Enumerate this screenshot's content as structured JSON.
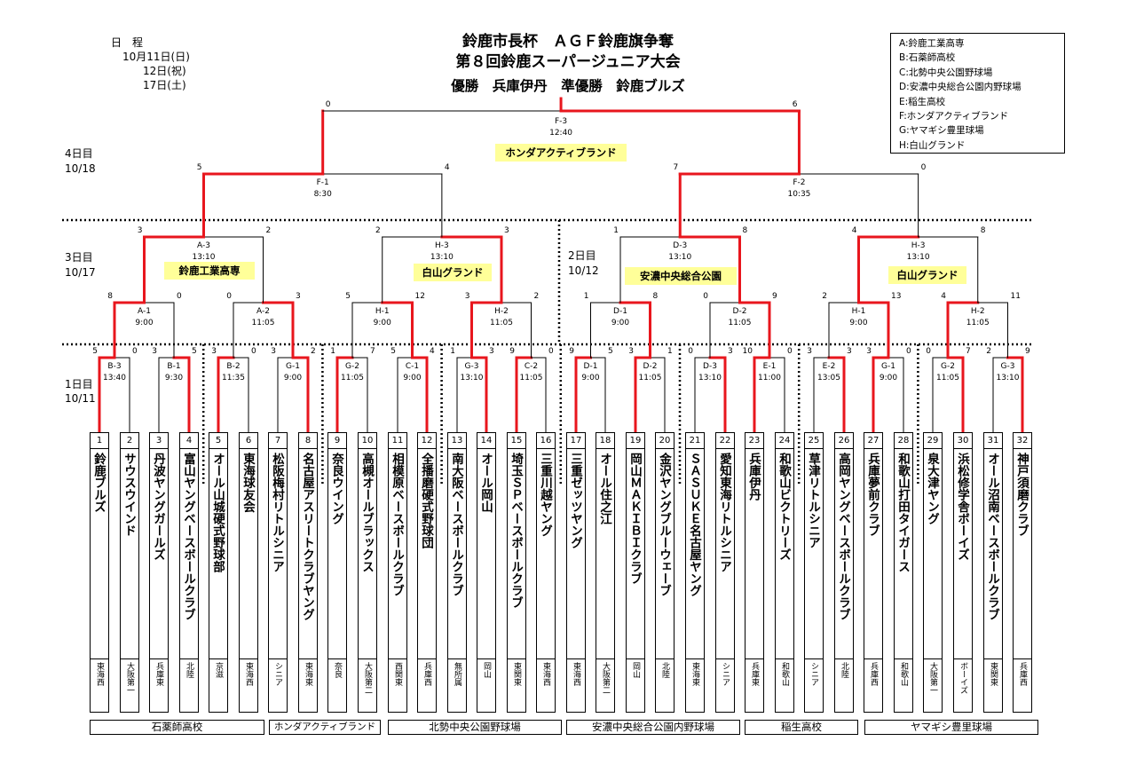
{
  "title": {
    "line1": "鈴鹿市長杯　ＡＧＦ鈴鹿旗争奪",
    "line2": "第８回鈴鹿スーパージュニア大会",
    "line3": "優勝　兵庫伊丹　準優勝　鈴鹿ブルズ"
  },
  "schedule": {
    "label": "日　程",
    "d1": "10月11日(日)",
    "d2": "12日(祝)",
    "d3": "17日(土)"
  },
  "legend": [
    "A:鈴鹿工業高専",
    "B:石薬師高校",
    "C:北勢中央公園野球場",
    "D:安濃中央総合公園内野球場",
    "E:稲生高校",
    "F:ホンダアクティブランド",
    "G:ヤマギシ豊里球場",
    "H:白山グランド"
  ],
  "days": {
    "d4": "4日目",
    "d4date": "10/18",
    "d3": "3日目",
    "d3date": "10/17",
    "d2": "2日目",
    "d2date": "10/12",
    "d1": "1日目",
    "d1date": "10/11"
  },
  "teams": [
    {
      "no": "1",
      "name": "鈴鹿ブルズ",
      "area": "東海西"
    },
    {
      "no": "2",
      "name": "サウスウインド",
      "area": "大阪第一"
    },
    {
      "no": "3",
      "name": "丹波ヤングガールズ",
      "area": "兵庫東"
    },
    {
      "no": "4",
      "name": "富山ヤングベースボールクラブ",
      "area": "北陸"
    },
    {
      "no": "5",
      "name": "オール山城硬式野球部",
      "area": "京滋"
    },
    {
      "no": "6",
      "name": "東海球友会",
      "area": "東海西"
    },
    {
      "no": "7",
      "name": "松阪梅村リトルシニア",
      "area": "シニア"
    },
    {
      "no": "8",
      "name": "名古屋アスリートクラブヤング",
      "area": "東海東"
    },
    {
      "no": "9",
      "name": "奈良ウイング",
      "area": "奈良"
    },
    {
      "no": "10",
      "name": "高槻オールブラックス",
      "area": "大阪第二"
    },
    {
      "no": "11",
      "name": "相模原ベースボールクラブ",
      "area": "西関東"
    },
    {
      "no": "12",
      "name": "全播磨硬式野球団",
      "area": "兵庫西"
    },
    {
      "no": "13",
      "name": "南大阪ベースボールクラブ",
      "area": "無所属"
    },
    {
      "no": "14",
      "name": "オール岡山",
      "area": "岡山"
    },
    {
      "no": "15",
      "name": "埼玉ＳＰベースボールクラブ",
      "area": "東関東"
    },
    {
      "no": "16",
      "name": "三重川越ヤング",
      "area": "東海西"
    },
    {
      "no": "17",
      "name": "三重ゼッツヤング",
      "area": "東海西"
    },
    {
      "no": "18",
      "name": "オール住之江",
      "area": "大阪第二"
    },
    {
      "no": "19",
      "name": "岡山ＭＡＫＩＢＩクラブ",
      "area": "岡山"
    },
    {
      "no": "20",
      "name": "金沢ヤングブルーウェーブ",
      "area": "北陸"
    },
    {
      "no": "21",
      "name": "ＳＡＳＵＫＥ名古屋ヤング",
      "area": "東海東"
    },
    {
      "no": "22",
      "name": "愛知東海リトルシニア",
      "area": "シニア"
    },
    {
      "no": "23",
      "name": "兵庫伊丹",
      "area": "兵庫東"
    },
    {
      "no": "24",
      "name": "和歌山ビクトリーズ",
      "area": "和歌山"
    },
    {
      "no": "25",
      "name": "草津リトルシニア",
      "area": "シニア"
    },
    {
      "no": "26",
      "name": "高岡ヤングベースボールクラブ",
      "area": "北陸"
    },
    {
      "no": "27",
      "name": "兵庫夢前クラブ",
      "area": "兵庫西"
    },
    {
      "no": "28",
      "name": "和歌山打田タイガース",
      "area": "和歌山"
    },
    {
      "no": "29",
      "name": "泉大津ヤング",
      "area": "大阪第一"
    },
    {
      "no": "30",
      "name": "浜松修学舎ボーイズ",
      "area": "ボーイズ"
    },
    {
      "no": "31",
      "name": "オール沼南ベースボールクラブ",
      "area": "東関東"
    },
    {
      "no": "32",
      "name": "神戸須磨クラブ",
      "area": "兵庫西"
    }
  ],
  "venues": [
    "石薬師高校",
    "ホンダアクティブランド",
    "北勢中央公園野球場",
    "安濃中央総合公園内野球場",
    "稲生高校",
    "ヤマギシ豊里球場"
  ],
  "highlights": {
    "final": "ホンダアクティブランド",
    "a3": "鈴鹿工業高専",
    "h3a": "白山グランド",
    "d3": "安濃中央総合公園",
    "h3b": "白山グランド"
  },
  "r1": [
    {
      "id": "B-3",
      "time": "13:40",
      "s1": "5",
      "s2": "0"
    },
    {
      "id": "B-1",
      "time": "9:30",
      "s1": "3",
      "s2": "5"
    },
    {
      "id": "B-2",
      "time": "11:35",
      "s1": "3",
      "s2": "0"
    },
    {
      "id": "G-1",
      "time": "9:00",
      "s1": "3",
      "s2": "2"
    },
    {
      "id": "G-2",
      "time": "11:05",
      "s1": "1",
      "s2": "7"
    },
    {
      "id": "C-1",
      "time": "9:00",
      "s1": "5",
      "s2": "4"
    },
    {
      "id": "G-3",
      "time": "13:10",
      "s1": "1",
      "s2": "3"
    },
    {
      "id": "C-2",
      "time": "11:05",
      "s1": "9",
      "s2": "0"
    },
    {
      "id": "D-1",
      "time": "9:00",
      "s1": "9",
      "s2": "5"
    },
    {
      "id": "D-2",
      "time": "11:05",
      "s1": "3",
      "s2": "1"
    },
    {
      "id": "D-3",
      "time": "13:10",
      "s1": "0",
      "s2": "3"
    },
    {
      "id": "E-1",
      "time": "11:00",
      "s1": "10",
      "s2": "0"
    },
    {
      "id": "E-2",
      "time": "13:05",
      "s1": "3",
      "s2": "3"
    },
    {
      "id": "G-1",
      "time": "9:00",
      "s1": "3",
      "s2": "0"
    },
    {
      "id": "G-2",
      "time": "11:05",
      "s1": "0",
      "s2": "7"
    },
    {
      "id": "G-3",
      "time": "13:10",
      "s1": "2",
      "s2": "9"
    }
  ],
  "r2": [
    {
      "id": "A-1",
      "time": "9:00",
      "s1": "8",
      "s2": "0"
    },
    {
      "id": "A-2",
      "time": "11:05",
      "s1": "0",
      "s2": "3"
    },
    {
      "id": "H-1",
      "time": "9:00",
      "s1": "5",
      "s2": "12"
    },
    {
      "id": "H-2",
      "time": "11:05",
      "s1": "3",
      "s2": "2"
    },
    {
      "id": "D-1",
      "time": "9:00",
      "s1": "1",
      "s2": "8"
    },
    {
      "id": "D-2",
      "time": "11:05",
      "s1": "0",
      "s2": "9"
    },
    {
      "id": "H-1",
      "time": "9:00",
      "s1": "2",
      "s2": "13"
    },
    {
      "id": "H-2",
      "time": "11:05",
      "s1": "4",
      "s2": "11"
    }
  ],
  "r3": [
    {
      "id": "A-3",
      "time": "13:10",
      "s1": "3",
      "s2": "2"
    },
    {
      "id": "H-3",
      "time": "13:10",
      "s1": "2",
      "s2": "3"
    },
    {
      "id": "D-3",
      "time": "13:10",
      "s1": "1",
      "s2": "8"
    },
    {
      "id": "H-3",
      "time": "13:10",
      "s1": "4",
      "s2": "8"
    }
  ],
  "r4": [
    {
      "id": "F-1",
      "time": "8:30",
      "s1": "5",
      "s2": "4"
    },
    {
      "id": "F-2",
      "time": "10:35",
      "s1": "7",
      "s2": "0"
    }
  ],
  "final": {
    "id": "F-3",
    "time": "12:40",
    "s1": "0",
    "s2": "6"
  }
}
